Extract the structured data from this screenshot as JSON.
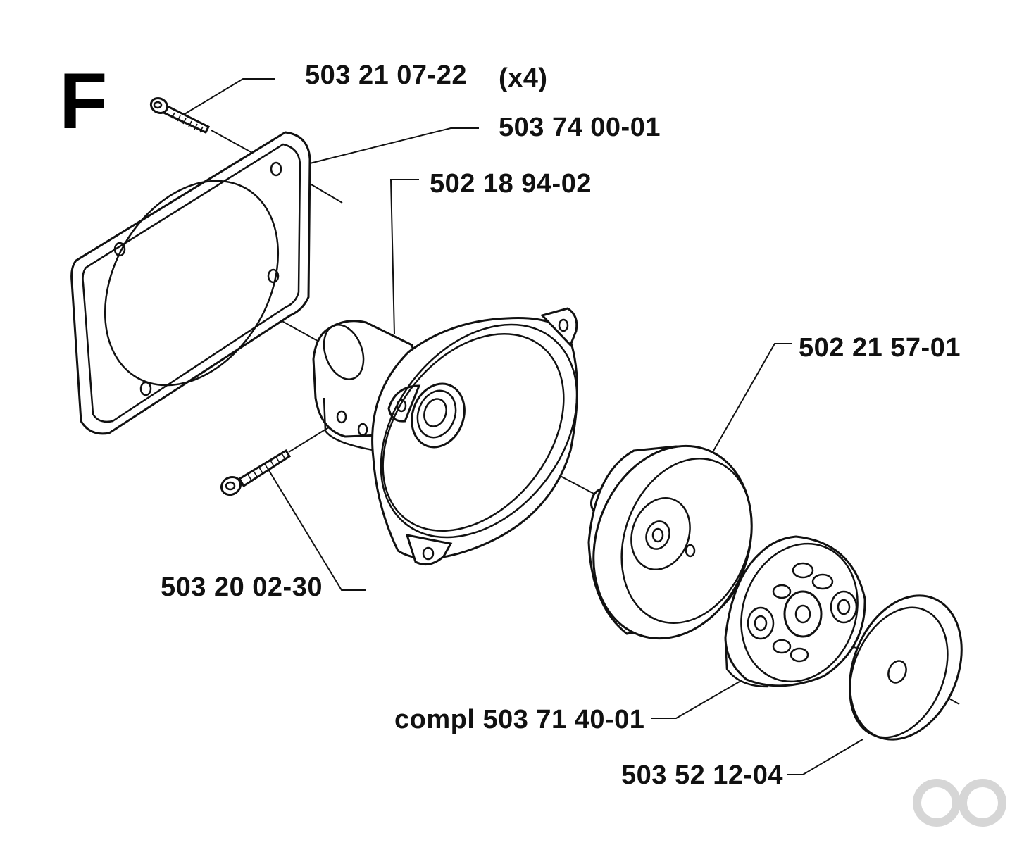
{
  "section": "F",
  "parts": [
    {
      "id": "screw-top",
      "number": "503 21 07-22",
      "qty": "(x4)"
    },
    {
      "id": "gasket",
      "number": "503 74 00-01"
    },
    {
      "id": "clutch-housing",
      "number": "502 18 94-02"
    },
    {
      "id": "clutch-drum",
      "number": "502 21 57-01"
    },
    {
      "id": "screw-lower",
      "number": "503 20 02-30"
    },
    {
      "id": "clutch",
      "number": "compl 503 71 40-01"
    },
    {
      "id": "washer-plate",
      "number": "503 52 12-04"
    }
  ],
  "colors": {
    "ink": "#111111",
    "background": "#ffffff",
    "logo": "#d6d6d6"
  },
  "logo_icon": "brand-logo-icon"
}
